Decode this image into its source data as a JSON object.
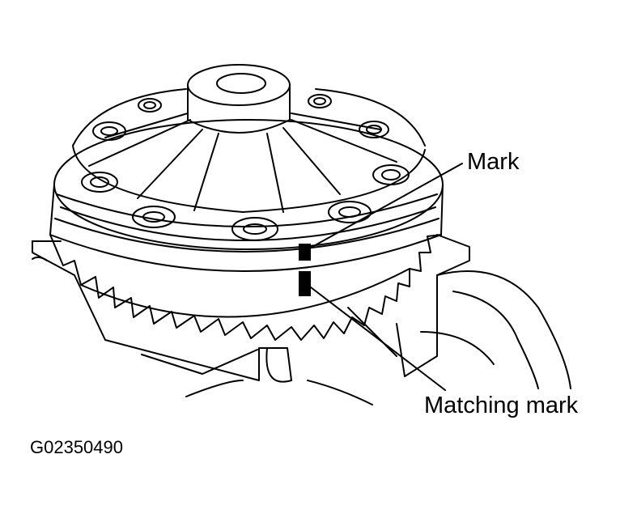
{
  "diagram": {
    "labels": {
      "mark": "Mark",
      "matching_mark": "Matching mark"
    },
    "figure_code": "G02350490",
    "colors": {
      "line": "#000000",
      "background": "#ffffff"
    }
  }
}
